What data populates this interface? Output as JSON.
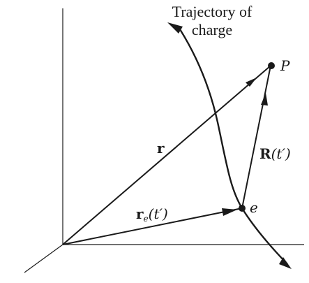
{
  "figure": {
    "caption_line1": "Trajectory of",
    "caption_line2": "charge",
    "point_label": "P",
    "charge_label": "e",
    "vec_r": "r",
    "vec_re_base": "r",
    "vec_re_sub": "e",
    "vec_re_arg": "(t′)",
    "vec_R_base": "R",
    "vec_R_arg": "(t′)"
  },
  "colors": {
    "ink": "#1a1a1a"
  }
}
